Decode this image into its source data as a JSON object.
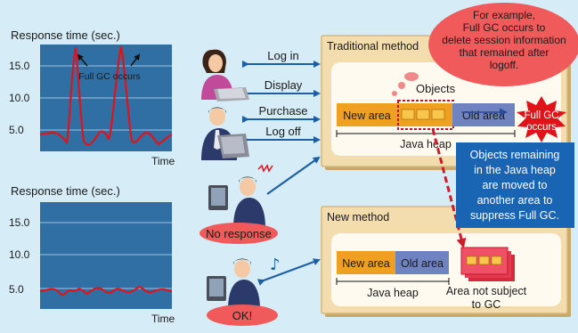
{
  "top_chart": {
    "title": "Response time (sec.)",
    "y_ticks": [
      "15.0",
      "10.0",
      "5.0"
    ],
    "x_label": "Time",
    "annotation": "Full GC occurs"
  },
  "bottom_chart": {
    "title": "Response time (sec.)",
    "y_ticks": [
      "15.0",
      "10.0",
      "5.0"
    ],
    "x_label": "Time"
  },
  "actions": [
    "Log in",
    "Display",
    "Purchase",
    "Log off"
  ],
  "status": {
    "no_response": "No response",
    "ok": "OK!"
  },
  "traditional": {
    "title": "Traditional method",
    "objects_label": "Objects",
    "new_area": "New area",
    "old_area": "Old area",
    "heap_label": "Java heap",
    "full_gc_burst": [
      "Full GC",
      "occurs"
    ]
  },
  "new_method": {
    "title": "New method",
    "new_area": "New area",
    "old_area": "Old area",
    "heap_label": "Java heap",
    "area_label": [
      "Area not subject",
      "to GC"
    ]
  },
  "callouts": {
    "example": [
      "For example,",
      "Full GC occurs to",
      "delete session information",
      "that remained after",
      "logoff."
    ],
    "moved": [
      "Objects remaining",
      "in the Java heap",
      "are moved to",
      "another area to",
      "suppress Full GC."
    ]
  },
  "colors": {
    "background": "#d6ecf6",
    "chart_fill": "#2f6fa3",
    "response_line": "#e0121a",
    "new_area": "#f0a020",
    "old_area": "#6e83c0",
    "callout_pink": "#f05a5a",
    "callout_blue": "#1a64b4",
    "method_panel": "#f3dcae",
    "not_gc_area": "#e0304a"
  }
}
